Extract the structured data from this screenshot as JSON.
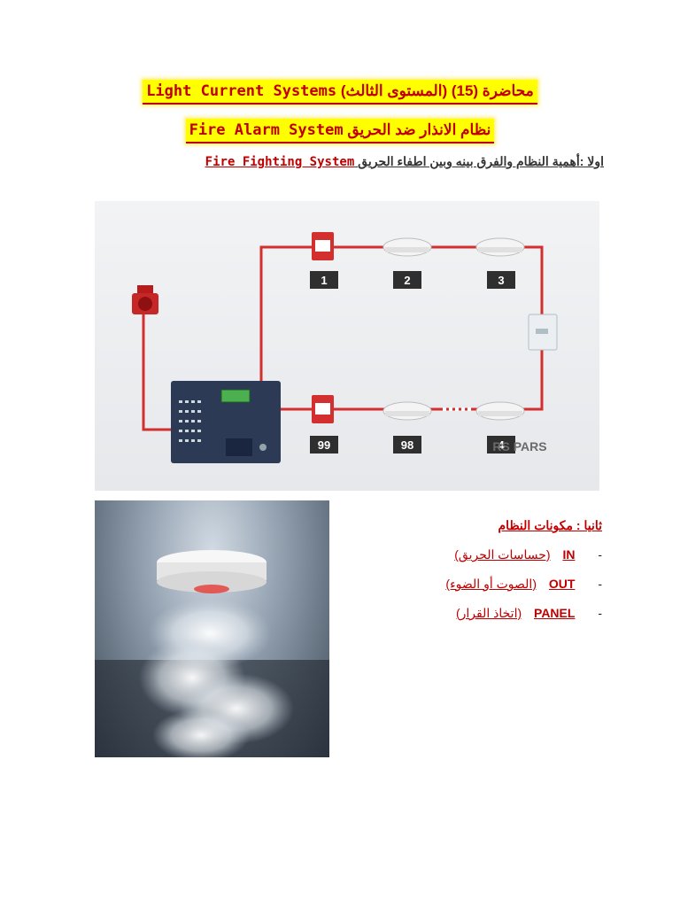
{
  "title1": {
    "ar": "محاضرة (15) (المستوى الثالث)",
    "en": "Light Current Systems"
  },
  "title2": {
    "ar": "نظام الانذار ضد الحريق",
    "en": "Fire Alarm System"
  },
  "line3": {
    "ar": "اولا :أهمية النظام والفرق بينه وبين اطفاء الحريق",
    "en": "Fire Fighting System"
  },
  "diagram": {
    "labels": [
      "1",
      "2",
      "3",
      "99",
      "98",
      "4"
    ],
    "brand": "RS PARS"
  },
  "section2": {
    "title": "ثانيا : مكونات النظام",
    "items": [
      {
        "dash": "-",
        "code": "IN",
        "desc": "(حساسات الحريق)"
      },
      {
        "dash": "-",
        "code": "OUT",
        "desc": "(الصوت أو الضوء)"
      },
      {
        "dash": "-",
        "code": "PANEL",
        "desc": "(اتخاذ القرار)"
      }
    ]
  },
  "colors": {
    "accent": "#c00000",
    "highlight": "#ffff00",
    "wire": "#d32f2f"
  }
}
